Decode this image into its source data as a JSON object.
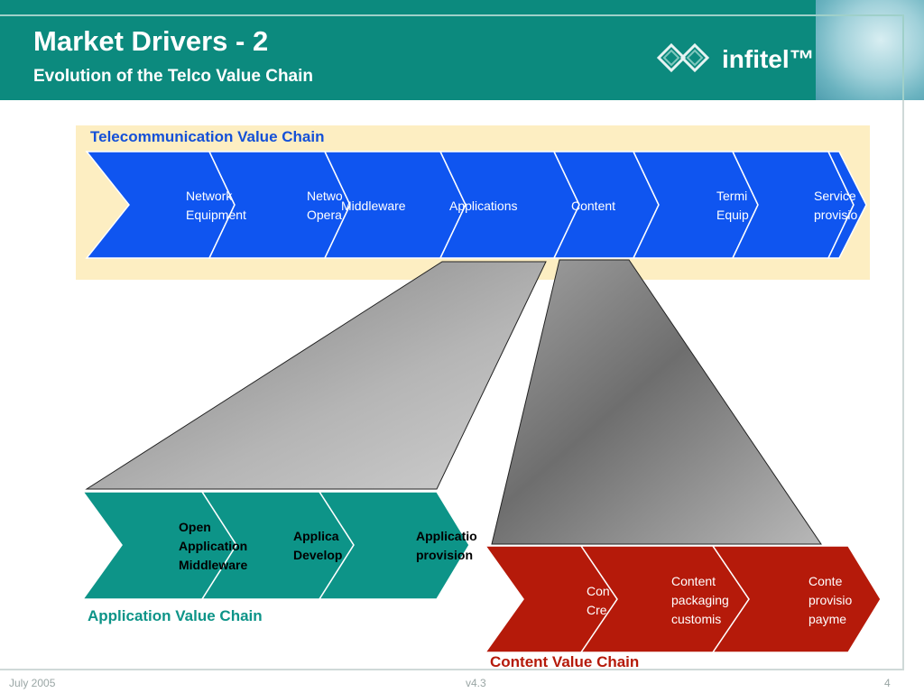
{
  "header": {
    "title": "Market Drivers - 2",
    "subtitle": "Evolution of the Telco Value Chain"
  },
  "logo": {
    "text": "infitel™"
  },
  "colors": {
    "header": "#0c8a7e",
    "telco": "#0f55f0",
    "application": "#0d9488",
    "content": "#b51a0a",
    "beige": "#fdeec2"
  },
  "telecom_chain": {
    "title": "Telecommunication Value Chain",
    "stages": [
      {
        "line1": "Network",
        "line2": "Equipment"
      },
      {
        "line1": "Netwo",
        "line2": "Opera"
      },
      {
        "line1": "Middleware",
        "line2": ""
      },
      {
        "line1": "Applications",
        "line2": ""
      },
      {
        "line1": "Content",
        "line2": ""
      },
      {
        "line1": "",
        "line2": ""
      },
      {
        "line1": "Termi",
        "line2": "Equip"
      },
      {
        "line1": "Service",
        "line2": "provisio"
      }
    ]
  },
  "application_chain": {
    "title": "Application Value Chain",
    "stages": [
      {
        "line1": "Open",
        "line2": "Application",
        "line3": "Middleware"
      },
      {
        "line1": "Applica",
        "line2": "Develop",
        "line3": ""
      },
      {
        "line1": "Applicatio",
        "line2": "provision",
        "line3": ""
      }
    ]
  },
  "content_chain": {
    "title": "Content Value Chain",
    "stages": [
      {
        "line1": "Con",
        "line2": "Cre",
        "line3": ""
      },
      {
        "line1": "Content",
        "line2": "packaging",
        "line3": "customis"
      },
      {
        "line1": "Conte",
        "line2": "provisio",
        "line3": "payme"
      }
    ]
  },
  "footer": {
    "date": "July 2005",
    "version": "v4.3",
    "page": "4"
  }
}
